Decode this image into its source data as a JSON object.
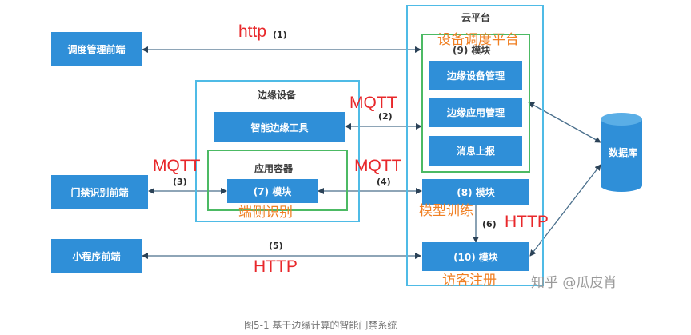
{
  "boxes": {
    "dispatch_frontend": "调度管理前端",
    "access_frontend": "门禁识别前端",
    "miniprogram_frontend": "小程序前端",
    "edge_smart_tools": "智能边缘工具",
    "edge_module7": "(7) 模块",
    "cloud_module9": "(9) 模块",
    "edge_device_mgmt": "边缘设备管理",
    "edge_app_mgmt": "边缘应用管理",
    "message_report": "消息上报",
    "cloud_module8": "(8) 模块",
    "cloud_module10": "(10) 模块",
    "database": "数据库"
  },
  "frames": {
    "cloud_platform": "云平台",
    "edge_device": "边缘设备",
    "app_container": "应用容器"
  },
  "link_numbers": {
    "n1": "(1)",
    "n2": "(2)",
    "n3": "(3)",
    "n4": "(4)",
    "n5": "(5)",
    "n6": "(6)"
  },
  "annotations": {
    "http_top": "http",
    "mqtt_edge": "MQTT",
    "mqtt_left": "MQTT",
    "mqtt_mid": "MQTT",
    "http_right": "HTTP",
    "http_bottom": "HTTP",
    "device_dispatch_platform": "设备调度平台",
    "edge_recognition": "端侧识别",
    "model_training": "模型训练",
    "visitor_registration": "访客注册"
  },
  "caption": "图5-1 基于边缘计算的智能门禁系统",
  "watermark": "知乎 @瓜皮肖",
  "colors": {
    "box_fill": "#2f8fd8",
    "frame_border": "#4fbbe6",
    "container_border": "#4cba64",
    "line": "#4a6f8c",
    "annotation_red": "#e8282b",
    "annotation_orange": "#f07f22"
  }
}
